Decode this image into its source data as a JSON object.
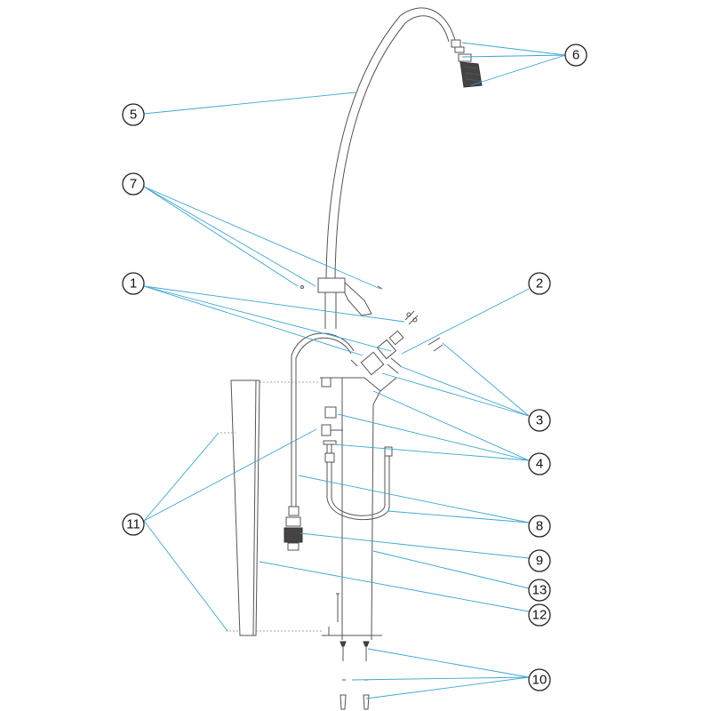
{
  "colors": {
    "leader": "#3aa6d4",
    "part_stroke": "#555555"
  },
  "callouts": [
    {
      "label": "1"
    },
    {
      "label": "2"
    },
    {
      "label": "3"
    },
    {
      "label": "4"
    },
    {
      "label": "5"
    },
    {
      "label": "6"
    },
    {
      "label": "7"
    },
    {
      "label": "8"
    },
    {
      "label": "9"
    },
    {
      "label": "10"
    },
    {
      "label": "11"
    },
    {
      "label": "12"
    },
    {
      "label": "13"
    }
  ]
}
